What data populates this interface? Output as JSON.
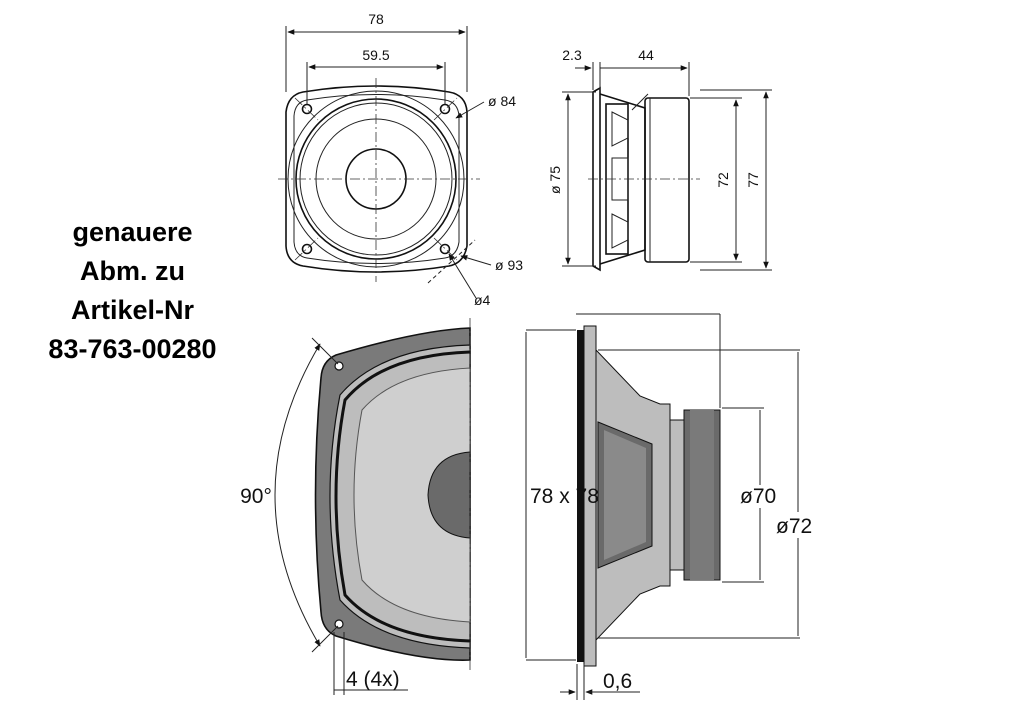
{
  "note": {
    "lines": [
      "genauere",
      "Abm. zu",
      "Artikel-Nr",
      "83-763-00280"
    ]
  },
  "top_front": {
    "width_outer": "78",
    "hole_spacing": "59.5",
    "diameter_84": "ø 84",
    "diameter_93": "ø 93",
    "hole_diameter": "ø4"
  },
  "top_side": {
    "flange": "2.3",
    "depth": "44",
    "cone_diameter": "ø 75",
    "magnet_height": "72",
    "total_height": "77"
  },
  "bottom_front": {
    "angle": "90°",
    "holes": "4 (4x)"
  },
  "bottom_side": {
    "frame_size": "78 x 78",
    "magnet_diameter": "ø70",
    "outer_diameter": "ø72",
    "flange_thickness": "0,6"
  },
  "colors": {
    "frame_dark": "#7a7a7a",
    "cone_light": "#cfcfcf",
    "dust_cap": "#6a6a6a",
    "basket_gray": "#bdbdbd",
    "line": "#111111"
  }
}
